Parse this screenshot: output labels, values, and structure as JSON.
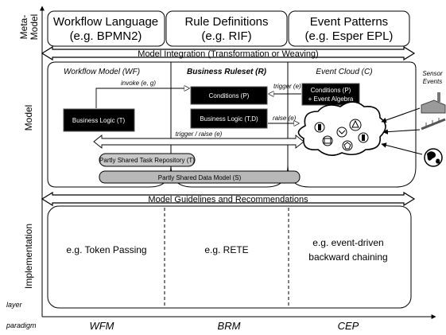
{
  "layers": {
    "meta_model": [
      "Meta-",
      "Model"
    ],
    "model": "Model",
    "implementation": "Implementation"
  },
  "meta_boxes": [
    {
      "line1": "Workflow Language",
      "line2": "(e.g. BPMN2)"
    },
    {
      "line1": "Rule Definitions",
      "line2": "(e.g. RIF)"
    },
    {
      "line1": "Event Patterns",
      "line2": "(e.g. Esper EPL)"
    }
  ],
  "bands": {
    "model_integration": "Model Integration (Transformation or Weaving)",
    "model_guidelines": "Model Guidelines and Recommendations"
  },
  "model_columns": {
    "workflow": "Workflow Model (WF)",
    "ruleset": "Business Ruleset (R)",
    "event_cloud": "Event Cloud (C)"
  },
  "model_boxes": {
    "business_logic_t": "Business Logic (T)",
    "conditions_p": "Conditions (P)",
    "business_logic_td": "Business Logic (T,D)",
    "conditions_event_1": "Conditions (P)",
    "conditions_event_2": "+ Event Algebra",
    "task_repository": "Partly Shared Task Repository (T)",
    "data_model": "Partly Shared Data Model (S)"
  },
  "arrow_labels": {
    "invoke": "invoke (e, g)",
    "trigger": "trigger (e)",
    "raise": "raise (e)",
    "trigger_raise": "trigger / raise (e)"
  },
  "sensor_label": [
    "Sensor",
    "Events"
  ],
  "implementation": {
    "wfm": "e.g. Token Passing",
    "brm": "e.g. RETE",
    "cep_line1": "e.g. event-driven",
    "cep_line2": "backward chaining"
  },
  "axis": {
    "layer": "layer",
    "paradigm": "paradigm",
    "paradigms": [
      "WFM",
      "BRM",
      "CEP"
    ]
  }
}
